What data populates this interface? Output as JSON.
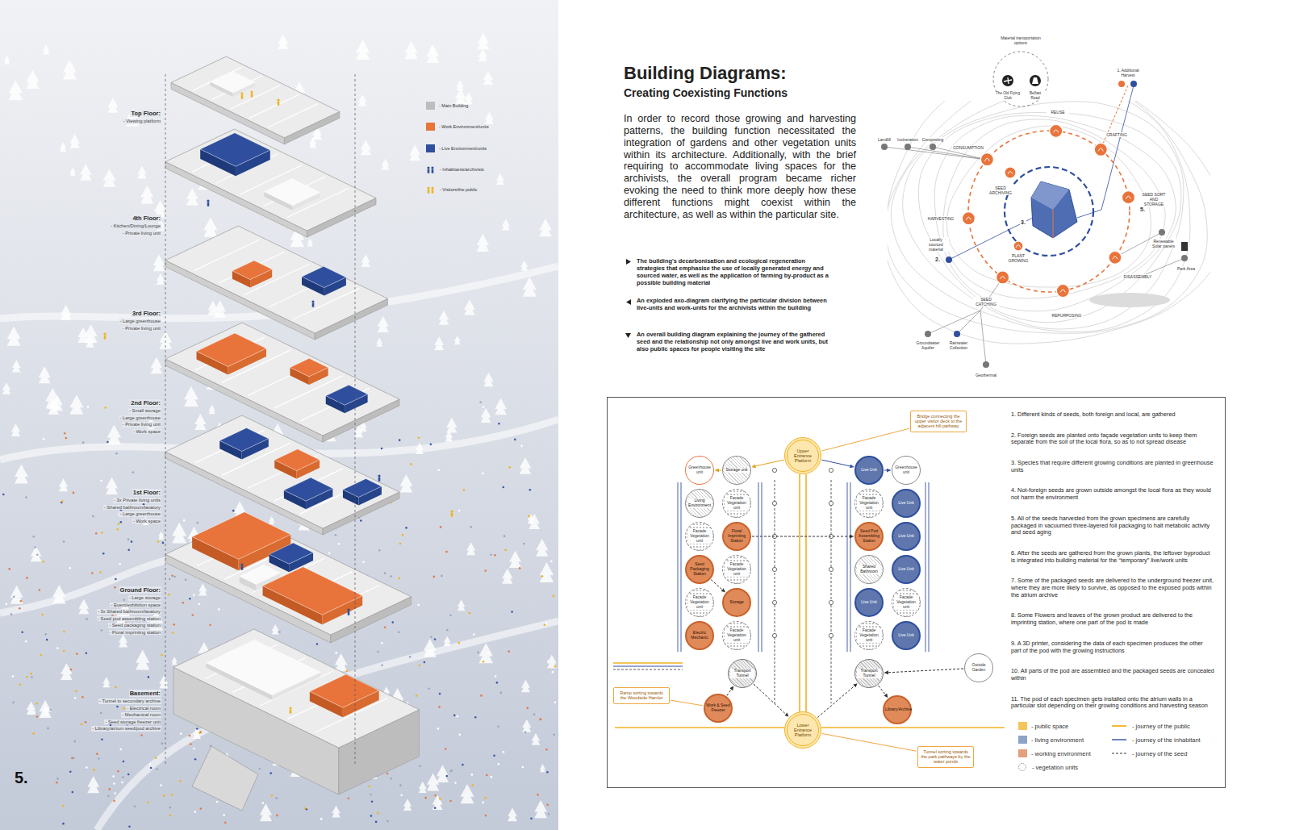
{
  "diagram": {
    "title": "Building Diagrams:",
    "nodes": [
      {
        "text": [
          "Upper Entrance Platform"
        ]
      },
      {
        "text": [
          "Bridge connecting the upper visitor deck to the adjacent hill pathway"
        ]
      },
      {
        "text": [
          "Greenhouse unit"
        ]
      },
      {
        "text": [
          "Storage unit"
        ]
      },
      {
        "text": [
          "Live Unit"
        ]
      },
      {
        "text": [
          "Greenhouse unit"
        ]
      },
      {
        "text": [
          "Living Environment"
        ]
      },
      {
        "text": [
          "Facade Vegetation unit"
        ]
      },
      {
        "text": [
          "Facade Vegetation unit"
        ]
      },
      {
        "text": [
          "Live Unit"
        ]
      },
      {
        "text": [
          "Facade Vegetation unit"
        ]
      },
      {
        "text": [
          "Floral Imprinting Station"
        ]
      },
      {
        "text": [
          "Seed Pod Assembling Station"
        ]
      },
      {
        "text": [
          "Live Unit"
        ]
      },
      {
        "text": [
          "Seed Packaging Station"
        ]
      },
      {
        "text": [
          "Facade Vegetation unit"
        ]
      },
      {
        "text": [
          "Shared Bathroom"
        ]
      },
      {
        "text": [
          "Live Unit"
        ]
      },
      {
        "text": [
          "Facade Vegetation unit"
        ]
      },
      {
        "text": [
          "Storage"
        ]
      },
      {
        "text": [
          "Live Unit"
        ]
      },
      {
        "text": [
          "Facade Vegetation unit"
        ]
      },
      {
        "text": [
          "Electric Mechanic"
        ]
      },
      {
        "text": [
          "Facade Vegetation unit"
        ]
      },
      {
        "text": [
          "Facade Vegetation unit"
        ]
      },
      {
        "text": [
          "Live Unit"
        ]
      },
      {
        "text": [
          "Outside Garden"
        ]
      },
      {
        "text": [
          "Transport Tunnel"
        ]
      },
      {
        "text": [
          "Transport Tunnel"
        ]
      },
      {
        "text": [
          "Ramp sorting towards the Woodside Hamlet"
        ]
      },
      {
        "text": [
          "Work & Seed Freezer"
        ]
      },
      {
        "text": [
          "Library/Archive"
        ]
      },
      {
        "text": [
          "Lower Entrance Platform"
        ]
      },
      {
        "text": [
          "Tunnel sorting towards the park pathways by the water ponds"
        ]
      }
    ],
    "edges": [
      {
        "from": 0,
        "to": 4,
        "arrow": "to"
      },
      {
        "from": 4,
        "to": 5,
        "arrow": "to"
      },
      {
        "from": 0,
        "to": 3,
        "arrow": "to"
      },
      {
        "from": 3,
        "to": 2,
        "arrow": "to"
      },
      {
        "from": 0,
        "to": 1,
        "arrow": "none"
      },
      {
        "from": 11,
        "to": 12,
        "arrow": "to"
      },
      {
        "from": 14,
        "to": 19,
        "arrow": "to"
      },
      {
        "from": 30,
        "to": 27,
        "arrow": "to"
      },
      {
        "from": 27,
        "to": 32,
        "arrow": "to"
      },
      {
        "from": 32,
        "to": 28,
        "arrow": "to"
      },
      {
        "from": 28,
        "to": 31,
        "arrow": "to"
      },
      {
        "from": 26,
        "to": 28,
        "arrow": "to"
      },
      {
        "from": 29,
        "to": 30,
        "arrow": "none"
      },
      {
        "from": 32,
        "to": 33,
        "arrow": "none"
      }
    ],
    "labels": [
      "Top Floor:",
      "- Viewing platform",
      "4th Floor:",
      "- Kitchen/Dining/Lounge",
      "- Private living unit",
      "3rd Floor:",
      "- Large greenhouse",
      "- Private living unit",
      "2nd Floor:",
      "- Small storage",
      "- Large greenhouse",
      "- Private living unit",
      "- Work space",
      "1st Floor:",
      "- 3x Private living units",
      "- Shared bathroom/lavatory",
      "- Large greenhouse",
      "- Work space",
      "Ground Floor:",
      "- Large storage",
      "- Event/exhibition space",
      "- 3x Shared bathroom/lavatory",
      "- Seed pod assembling station",
      "- Seed packaging station",
      "- Floral imprinting station",
      "Basement:",
      "- Tunnel to secondary archive",
      "- Electrical room",
      "- Mechanical room",
      "- Seed storage freezer unit",
      "- Library/atrium seed/pod archive",
      "5.",
      "Creating Coexisting Functions",
      "In order to record those growing and harvesting patterns, the building function necessitated the integration of gardens and other vegetation units within its architecture. Additionally, with the brief requiring to accommodate living spaces for the archivists, the overall program became richer evoking the need to think more deeply how these different functions might coexist within the architecture, as well as within the particular site.",
      "The building's decarbonisation and ecological regeneration strategies that emphasise the use of locally generated energy and sourced water, as well as the application of farming by-product as a possible building material",
      "An exploded axo-diagram clarifying the particular division between live-units and work-units for the archivists within the building",
      "An overall building diagram explaining the journey of the gathered seed and the relationship not only amongst live and work units, but also public spaces for people visiting the site",
      "Material transportation options",
      "The Old Flying Club",
      "Belfast Road",
      "Landfill",
      "Incineration",
      "Composting",
      "1. Additional Harvest",
      "REUSE",
      "CRAFTING",
      "CONSUMPTION",
      "SEED ARCHIVING",
      "HARVESTING",
      "SEED SORT AND STORAGE",
      "5.",
      "DISASSEMBLY",
      "REPURPOSING",
      "PLANT GROWING",
      "SEED CATCHING",
      "Locally sourced material",
      "2.",
      "3.",
      "Groundwater Aquifer",
      "Rainwater Collection",
      "Geothermal",
      "Renewable Solar panels",
      "Park Area",
      "1. Different kinds of seeds, both foreign and local, are gathered",
      "2. Foreign seeds are planted onto façade vegetation units to keep them separate from the soil of the local flora, so as to not spread disease",
      "3. Species that require different growing conditions are planted in greenhouse units",
      "4. Not-foreign seeds are grown outside amongst the local flora as they would not harm the environment",
      "5. All of the seeds harvested from the grown specimens are carefully packaged in vacuumed three-layered foil packaging to halt metabolic activity and seed aging",
      "6. After the seeds are gathered from the grown plants, the leftover byproduct is integrated into building material for the “temporary” live/work units",
      "7. Some of the packaged seeds are delivered to the underground freezer unit, where they are more likely to survive, as opposed to the exposed pods within the atrium archive",
      "8. Some Flowers and leaves of the grown product are delivered to the imprinting station, where one part of the pod is made",
      "9. A 3D printer, considering the data of each specimen produces the other part of the pod with the growing instructions",
      "10. All parts of the pod are assembled and the packaged seeds are concealed within",
      "11. The pod of each specimen gets installed onto the atrium walls in a particular slot depending on their growing conditions and harvesting season"
    ],
    "legend": [
      {
        "text": "- Main Building",
        "color": "#bdbdbd"
      },
      {
        "text": "- Work Environment/units",
        "color": "#e8743b"
      },
      {
        "text": "- Live Environment/units",
        "color": "#2f4f9e"
      },
      {
        "text": "- Inhabitants/archivists"
      },
      {
        "text": "- Visitors/the public"
      },
      {
        "text": "- public space",
        "color": "#f5c45a"
      },
      {
        "text": "- living environment",
        "color": "#8fa3c8"
      },
      {
        "text": "- working environment",
        "color": "#e3a07c"
      },
      {
        "text": "- vegetation units"
      },
      {
        "text": "- journey of the public"
      },
      {
        "text": "- journey of the inhabitant"
      },
      {
        "text": "- journey of the seed"
      }
    ]
  }
}
